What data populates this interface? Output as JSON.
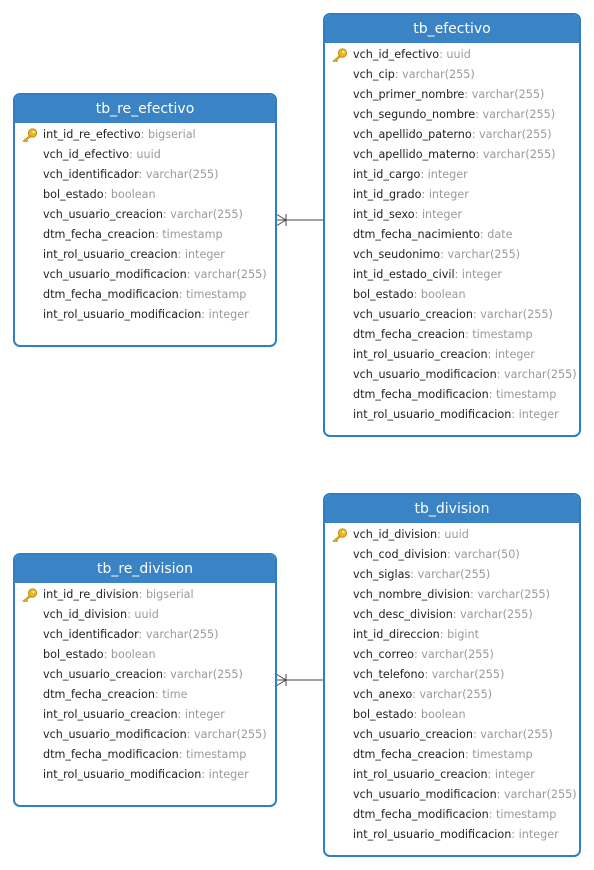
{
  "tables": {
    "tb_efectivo": {
      "title": "tb_efectivo",
      "columns": [
        {
          "name": "vch_id_efectivo",
          "type": ": uuid",
          "pk": true
        },
        {
          "name": "vch_cip",
          "type": ": varchar(255)"
        },
        {
          "name": "vch_primer_nombre",
          "type": ": varchar(255)"
        },
        {
          "name": "vch_segundo_nombre",
          "type": ": varchar(255)"
        },
        {
          "name": "vch_apellido_paterno",
          "type": ": varchar(255)"
        },
        {
          "name": "vch_apellido_materno",
          "type": ": varchar(255)"
        },
        {
          "name": "int_id_cargo",
          "type": ": integer"
        },
        {
          "name": "int_id_grado",
          "type": ": integer"
        },
        {
          "name": "int_id_sexo",
          "type": ": integer"
        },
        {
          "name": "dtm_fecha_nacimiento",
          "type": ": date"
        },
        {
          "name": "vch_seudonimo",
          "type": ": varchar(255)"
        },
        {
          "name": "int_id_estado_civil",
          "type": ": integer"
        },
        {
          "name": "bol_estado",
          "type": ": boolean"
        },
        {
          "name": "vch_usuario_creacion",
          "type": ": varchar(255)"
        },
        {
          "name": "dtm_fecha_creacion",
          "type": ": timestamp"
        },
        {
          "name": "int_rol_usuario_creacion",
          "type": ": integer"
        },
        {
          "name": "vch_usuario_modificacion",
          "type": ": varchar(255)"
        },
        {
          "name": "dtm_fecha_modificacion",
          "type": ": timestamp"
        },
        {
          "name": "int_rol_usuario_modificacion",
          "type": ": integer"
        }
      ]
    },
    "tb_re_efectivo": {
      "title": "tb_re_efectivo",
      "columns": [
        {
          "name": "int_id_re_efectivo",
          "type": ": bigserial",
          "pk": true
        },
        {
          "name": "vch_id_efectivo",
          "type": ": uuid"
        },
        {
          "name": "vch_identificador",
          "type": ": varchar(255)"
        },
        {
          "name": "bol_estado",
          "type": ": boolean"
        },
        {
          "name": "vch_usuario_creacion",
          "type": ": varchar(255)"
        },
        {
          "name": "dtm_fecha_creacion",
          "type": ": timestamp"
        },
        {
          "name": "int_rol_usuario_creacion",
          "type": ": integer"
        },
        {
          "name": "vch_usuario_modificacion",
          "type": ": varchar(255)"
        },
        {
          "name": "dtm_fecha_modificacion",
          "type": ": timestamp"
        },
        {
          "name": "int_rol_usuario_modificacion",
          "type": ": integer"
        }
      ]
    },
    "tb_division": {
      "title": "tb_division",
      "columns": [
        {
          "name": "vch_id_division",
          "type": ": uuid",
          "pk": true
        },
        {
          "name": "vch_cod_division",
          "type": ": varchar(50)"
        },
        {
          "name": "vch_siglas",
          "type": ": varchar(255)"
        },
        {
          "name": "vch_nombre_division",
          "type": ": varchar(255)"
        },
        {
          "name": "vch_desc_division",
          "type": ": varchar(255)"
        },
        {
          "name": "int_id_direccion",
          "type": ": bigint"
        },
        {
          "name": "vch_correo",
          "type": ": varchar(255)"
        },
        {
          "name": "vch_telefono",
          "type": ": varchar(255)"
        },
        {
          "name": "vch_anexo",
          "type": ": varchar(255)"
        },
        {
          "name": "bol_estado",
          "type": ": boolean"
        },
        {
          "name": "vch_usuario_creacion",
          "type": ": varchar(255)"
        },
        {
          "name": "dtm_fecha_creacion",
          "type": ": timestamp"
        },
        {
          "name": "int_rol_usuario_creacion",
          "type": ": integer"
        },
        {
          "name": "vch_usuario_modificacion",
          "type": ": varchar(255)"
        },
        {
          "name": "dtm_fecha_modificacion",
          "type": ": timestamp"
        },
        {
          "name": "int_rol_usuario_modificacion",
          "type": ": integer"
        }
      ]
    },
    "tb_re_division": {
      "title": "tb_re_division",
      "columns": [
        {
          "name": "int_id_re_division",
          "type": ": bigserial",
          "pk": true
        },
        {
          "name": "vch_id_division",
          "type": ": uuid"
        },
        {
          "name": "vch_identificador",
          "type": ": varchar(255)"
        },
        {
          "name": "bol_estado",
          "type": ": boolean"
        },
        {
          "name": "vch_usuario_creacion",
          "type": ": varchar(255)"
        },
        {
          "name": "dtm_fecha_creacion",
          "type": ": time"
        },
        {
          "name": "int_rol_usuario_creacion",
          "type": ": integer"
        },
        {
          "name": "vch_usuario_modificacion",
          "type": ": varchar(255)"
        },
        {
          "name": "dtm_fecha_modificacion",
          "type": ": timestamp"
        },
        {
          "name": "int_rol_usuario_modificacion",
          "type": ": integer"
        }
      ]
    }
  },
  "relations": [
    {
      "from": "tb_re_efectivo",
      "to": "tb_efectivo",
      "from_end": "many",
      "to_end": "one"
    },
    {
      "from": "tb_re_division",
      "to": "tb_division",
      "from_end": "many",
      "to_end": "one"
    }
  ],
  "colors": {
    "header": "#3a83c4",
    "border": "#2f7fc1",
    "column_name": "#222222",
    "column_type": "#9a9a9a",
    "key_icon": "#e8b923",
    "connector": "#444444"
  },
  "icons": {
    "primary_key": "key-icon"
  }
}
